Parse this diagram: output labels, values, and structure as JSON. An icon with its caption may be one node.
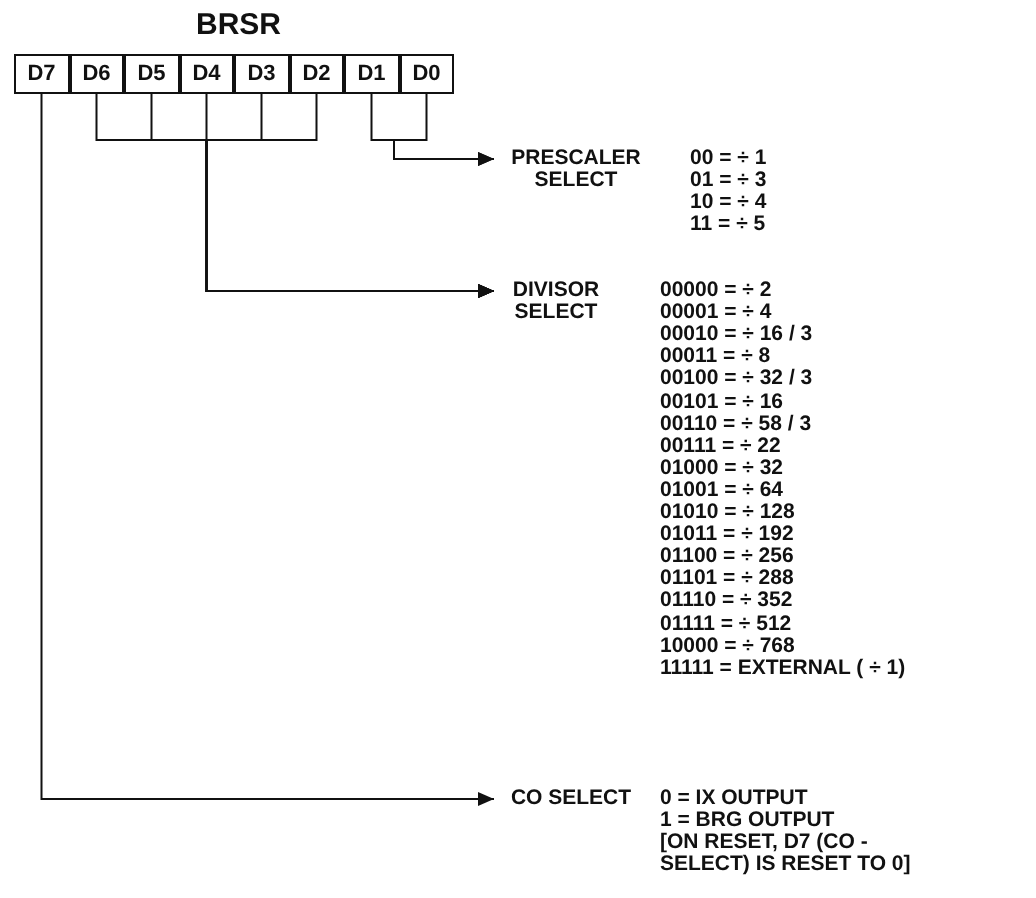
{
  "diagram": {
    "title": "BRSR",
    "nodes": [
      {
        "text": [
          "D7"
        ]
      },
      {
        "text": [
          "D6"
        ]
      },
      {
        "text": [
          "D5"
        ]
      },
      {
        "text": [
          "D4"
        ]
      },
      {
        "text": [
          "D3"
        ]
      },
      {
        "text": [
          "D2"
        ]
      },
      {
        "text": [
          "D1"
        ]
      },
      {
        "text": [
          "D0"
        ]
      },
      {
        "text": [
          "PRESCALER SELECT"
        ],
        "beside": [
          "00 = ÷ 1",
          "01 = ÷ 3",
          "10 = ÷ 4",
          "11 = ÷ 5"
        ]
      },
      {
        "text": [
          "DIVISOR SELECT"
        ],
        "beside": [
          "00000 = ÷ 2",
          "00001 = ÷ 4",
          "00010 = ÷ 16 / 3",
          "00011 = ÷ 8",
          "00100 = ÷ 32 / 3",
          "00101 = ÷ 16",
          "00110 = ÷ 58 / 3",
          "00111 = ÷ 22",
          "01000 = ÷ 32",
          "01001 = ÷ 64",
          "01010 = ÷ 128",
          "01011 = ÷ 192",
          "01100 = ÷ 256",
          "01101 = ÷ 288",
          "01110 = ÷ 352",
          "01111 = ÷ 512",
          "10000 = ÷ 768",
          "11111 = EXTERNAL ( ÷ 1)"
        ]
      },
      {
        "text": [
          "CO SELECT"
        ],
        "beside": [
          "0 = IX OUTPUT",
          "1 = BRG OUTPUT",
          "[ON RESET, D7 (CO - SELECT) IS RESET TO 0]"
        ]
      }
    ],
    "edges": [
      {
        "from": 6,
        "to": 8,
        "arrow": "to"
      },
      {
        "from": 7,
        "to": 8,
        "arrow": "to"
      },
      {
        "from": 1,
        "to": 9,
        "arrow": "to"
      },
      {
        "from": 2,
        "to": 9,
        "arrow": "to"
      },
      {
        "from": 3,
        "to": 9,
        "arrow": "to"
      },
      {
        "from": 4,
        "to": 9,
        "arrow": "to"
      },
      {
        "from": 5,
        "to": 9,
        "arrow": "to"
      },
      {
        "from": 0,
        "to": 10,
        "arrow": "to"
      }
    ]
  }
}
